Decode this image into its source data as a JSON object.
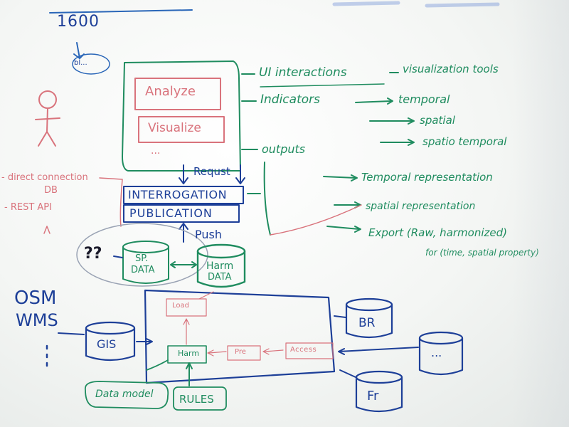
{
  "board": {
    "top_number": "1600",
    "top_small": "bl...",
    "user_interactions": "UI interactions",
    "visualization_tools": "visualization tools",
    "indicators": "Indicators",
    "temporal": "temporal",
    "spatial": "spatial",
    "spatio_temporal": "spatio temporal",
    "outputs": "outputs",
    "temporal_representation": "Temporal representation",
    "spatial_representation": "spatial representation",
    "export_line1": "Export (Raw, harmonized)",
    "export_line2": "for (time, spatial property)",
    "analyze": "Analyze",
    "visualize": "Visualize",
    "ellipsis": "...",
    "request": "Requst",
    "interrogation": "INTERROGATION",
    "publication": "PUBLICATION",
    "push": "Push",
    "direct_connection": "- direct connection",
    "db": "DB",
    "rest_api": "- REST API",
    "question_marks": "??",
    "sp_data_1": "SP.",
    "sp_data_2": "DATA",
    "harm_data_1": "Harm",
    "harm_data_2": "DATA",
    "os_m": "OSM",
    "wms": "WMS",
    "gis": "GIS",
    "loads": "Load",
    "harm": "Harm",
    "pre": "Pre",
    "access": "Access",
    "br": "BR",
    "fr": "Fr",
    "dots_db": "...",
    "data_model": "Data model",
    "rules": "RULES"
  },
  "colors": {
    "blue": "#1d3f98",
    "green": "#1f8c5f",
    "red": "#d9737c",
    "board": "#f4f6f4"
  }
}
